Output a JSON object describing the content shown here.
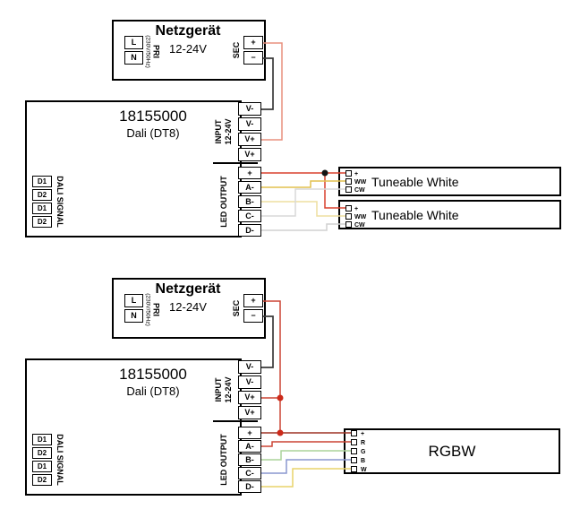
{
  "colors": {
    "wire_psu_live_top": "#e8907e",
    "wire_psu_live_bottom": "#cc4433",
    "wire_neutral": "#3a3a3a",
    "wire_led_plus_top": "#d9402e",
    "wire_led_plus_bottom": "#9e3425",
    "wire_warm_white_1": "#e2c14f",
    "wire_warm_white_2": "#eedfa0",
    "wire_cool_white_1": "#d8d8d8",
    "wire_cool_white_2": "#d0d0d0",
    "wire_red_channel": "#cc4433",
    "wire_green_channel": "#abd49a",
    "wire_blue_channel": "#8a97cf",
    "wire_white_channel": "#e9d46a",
    "junction_top": "#141414",
    "junction_bottom": "#cc2a1a"
  },
  "psu": {
    "title": "Netzgerät",
    "voltage": "12-24V",
    "pri_label": "PRI",
    "pri_rating": "(230V/50Hz)",
    "pri_terminals": [
      "L",
      "N"
    ],
    "sec_label": "SEC",
    "sec_terminals": [
      "+",
      "−"
    ]
  },
  "controller": {
    "model": "18155000",
    "type": "Dali (DT8)",
    "dali_label": "DALI SIGNAL",
    "dali_terminals": [
      "D1",
      "D2",
      "D1",
      "D2"
    ],
    "input_label": "INPUT",
    "input_voltage": "12-24V",
    "input_terminals": [
      "V-",
      "V-",
      "V+",
      "V+"
    ],
    "output_label": "LED OUTPUT",
    "output_terminals": [
      "+",
      "A-",
      "B-",
      "C-",
      "D-"
    ]
  },
  "strips": {
    "tuneable_white_1": {
      "name": "Tuneable White",
      "terminals": [
        "+",
        "WW",
        "CW"
      ]
    },
    "tuneable_white_2": {
      "name": "Tuneable White",
      "terminals": [
        "+",
        "WW",
        "CW"
      ]
    },
    "rgbw": {
      "name": "RGBW",
      "terminals": [
        "+",
        "R",
        "G",
        "B",
        "W"
      ]
    }
  }
}
